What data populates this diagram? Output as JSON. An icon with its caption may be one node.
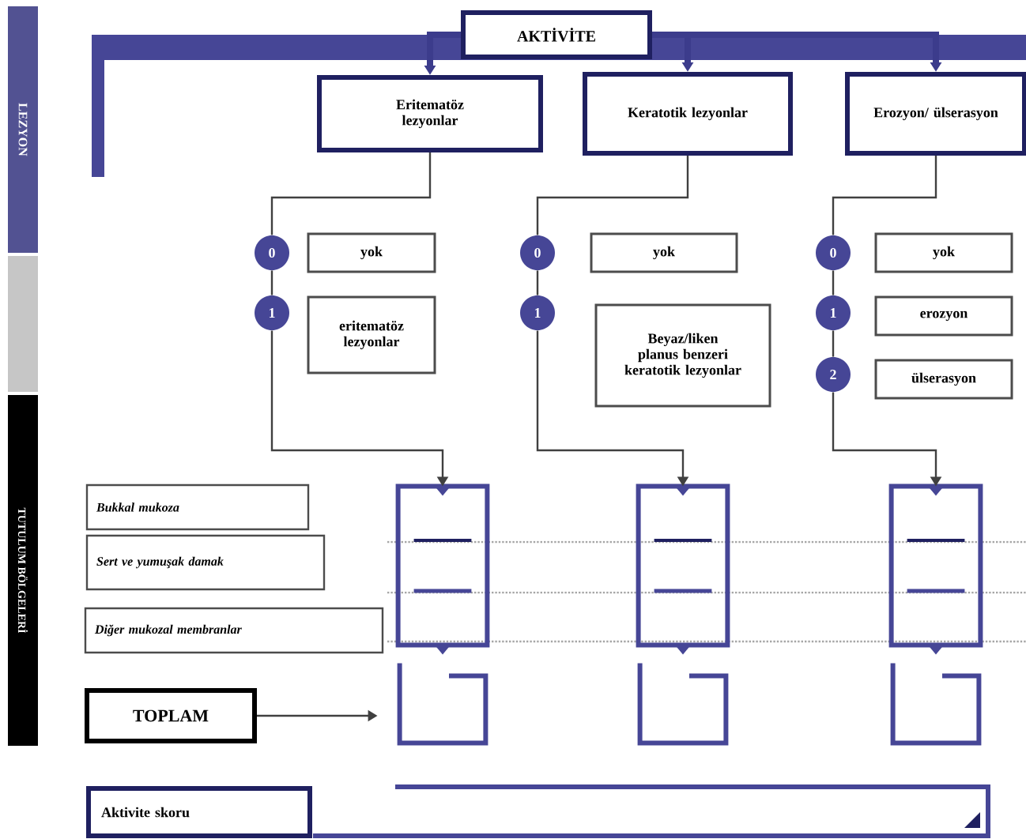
{
  "diagram": {
    "nodes": [
      {
        "text": [
          "AKTİVİTE"
        ]
      },
      {
        "text": [
          "Eritematöz lezyonlar"
        ]
      },
      {
        "text": [
          "Keratotik lezyonlar"
        ]
      },
      {
        "text": [
          "Erozyon/ ülserasyon"
        ]
      },
      {
        "text": [
          "0"
        ]
      },
      {
        "text": [
          "yok"
        ]
      },
      {
        "text": [
          "1"
        ]
      },
      {
        "text": [
          "eritematöz lezyonlar"
        ]
      },
      {
        "text": [
          "0"
        ]
      },
      {
        "text": [
          "yok"
        ]
      },
      {
        "text": [
          "1"
        ]
      },
      {
        "text": [
          "Beyaz/liken planus benzeri keratotik lezyonlar"
        ]
      },
      {
        "text": [
          "0"
        ]
      },
      {
        "text": [
          "yok"
        ]
      },
      {
        "text": [
          "1"
        ]
      },
      {
        "text": [
          "erozyon"
        ]
      },
      {
        "text": [
          "2"
        ]
      },
      {
        "text": [
          "ülserasyon"
        ]
      },
      {
        "text": [
          "Bukkal mukoza"
        ]
      },
      {
        "text": [
          "Sert ve yumuşak damak"
        ]
      },
      {
        "text": [
          "Diğer mukozal membranlar"
        ]
      },
      {
        "text": [],
        "shape": "box"
      },
      {
        "text": [],
        "shape": "box"
      },
      {
        "text": [],
        "shape": "box"
      },
      {
        "text": [],
        "shape": "bracket"
      },
      {
        "text": [],
        "shape": "bracket"
      },
      {
        "text": [],
        "shape": "bracket"
      },
      {
        "text": [
          "TOPLAM"
        ]
      },
      {
        "text": [
          "Aktivite skoru"
        ]
      }
    ],
    "edges": [
      {
        "from": 0,
        "to": 1,
        "arrow": "to",
        "style": "thick",
        "color": "#3c3c8c"
      },
      {
        "from": 0,
        "to": 2,
        "arrow": "to",
        "style": "thick",
        "color": "#3c3c8c"
      },
      {
        "from": 0,
        "to": 3,
        "arrow": "to",
        "style": "thick",
        "color": "#3c3c8c"
      },
      {
        "from": 1,
        "to": 4,
        "arrow": "none"
      },
      {
        "from": 4,
        "to": 6,
        "arrow": "none"
      },
      {
        "from": 6,
        "to": 21,
        "arrow": "to"
      },
      {
        "from": 2,
        "to": 8,
        "arrow": "none"
      },
      {
        "from": 8,
        "to": 10,
        "arrow": "none"
      },
      {
        "from": 10,
        "to": 22,
        "arrow": "to"
      },
      {
        "from": 3,
        "to": 12,
        "arrow": "none"
      },
      {
        "from": 12,
        "to": 14,
        "arrow": "none"
      },
      {
        "from": 14,
        "to": 16,
        "arrow": "none"
      },
      {
        "from": 16,
        "to": 23,
        "arrow": "to"
      },
      {
        "from": 27,
        "to": 24,
        "arrow": "to"
      }
    ],
    "labels": [
      "LEZYON",
      "TUTULUM BÖLGELERİ"
    ]
  }
}
